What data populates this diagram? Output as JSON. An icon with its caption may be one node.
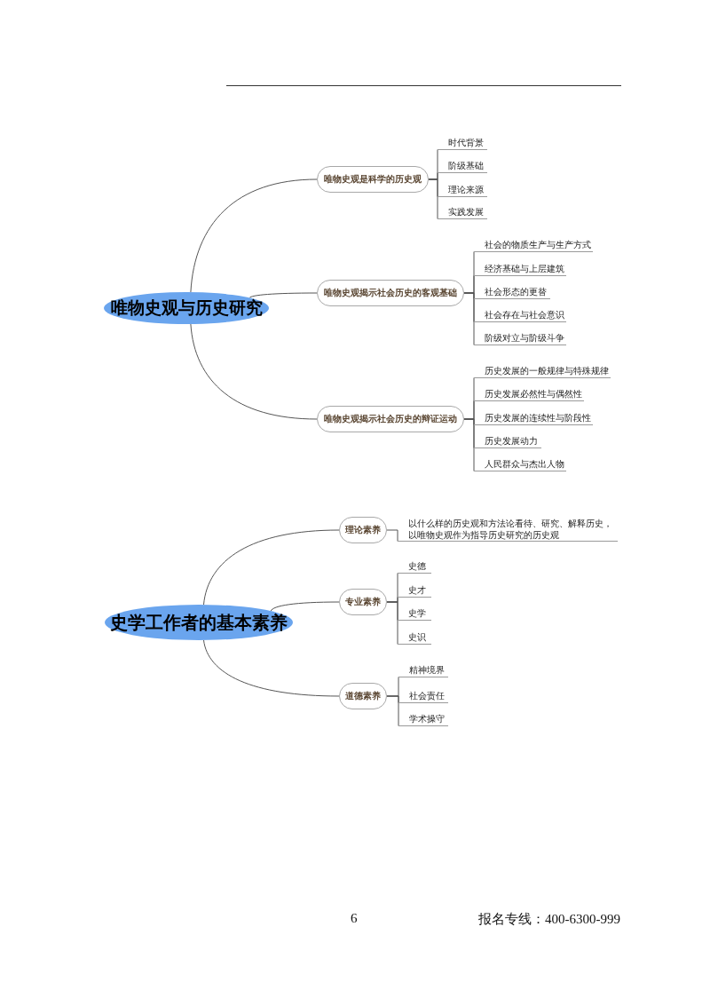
{
  "diagram": {
    "nodes": [
      {
        "text": [
          "唯物史观与历史研究"
        ]
      },
      {
        "text": [
          "唯物史观是科学的历史观"
        ]
      },
      {
        "text": [
          "时代背景"
        ]
      },
      {
        "text": [
          "阶级基础"
        ]
      },
      {
        "text": [
          "理论来源"
        ]
      },
      {
        "text": [
          "实践发展"
        ]
      },
      {
        "text": [
          "唯物史观揭示社会历史的客观基础"
        ]
      },
      {
        "text": [
          "社会的物质生产与生产方式"
        ]
      },
      {
        "text": [
          "经济基础与上层建筑"
        ]
      },
      {
        "text": [
          "社会形态的更替"
        ]
      },
      {
        "text": [
          "社会存在与社会意识"
        ]
      },
      {
        "text": [
          "阶级对立与阶级斗争"
        ]
      },
      {
        "text": [
          "唯物史观揭示社会历史的辩证运动"
        ]
      },
      {
        "text": [
          "历史发展的一般规律与特殊规律"
        ]
      },
      {
        "text": [
          "历史发展必然性与偶然性"
        ]
      },
      {
        "text": [
          "历史发展的连续性与阶段性"
        ]
      },
      {
        "text": [
          "历史发展动力"
        ]
      },
      {
        "text": [
          "人民群众与杰出人物"
        ]
      },
      {
        "text": [
          "史学工作者的基本素养"
        ]
      },
      {
        "text": [
          "理论素养"
        ]
      },
      {
        "text": [
          "以什么样的历史观和方法论看待、研究、解释历史，以唯物史观作为指导历史研究的历史观"
        ]
      },
      {
        "text": [
          "专业素养"
        ]
      },
      {
        "text": [
          "史德"
        ]
      },
      {
        "text": [
          "史才"
        ]
      },
      {
        "text": [
          "史学"
        ]
      },
      {
        "text": [
          "史识"
        ]
      },
      {
        "text": [
          "道德素养"
        ]
      },
      {
        "text": [
          "精神境界"
        ]
      },
      {
        "text": [
          "社会责任"
        ]
      },
      {
        "text": [
          "学术操守"
        ]
      }
    ],
    "edges": [
      {
        "from": 0,
        "to": 1,
        "arrow": "none"
      },
      {
        "from": 1,
        "to": 2,
        "arrow": "none"
      },
      {
        "from": 1,
        "to": 3,
        "arrow": "none"
      },
      {
        "from": 1,
        "to": 4,
        "arrow": "none"
      },
      {
        "from": 1,
        "to": 5,
        "arrow": "none"
      },
      {
        "from": 0,
        "to": 6,
        "arrow": "none"
      },
      {
        "from": 6,
        "to": 7,
        "arrow": "none"
      },
      {
        "from": 6,
        "to": 8,
        "arrow": "none"
      },
      {
        "from": 6,
        "to": 9,
        "arrow": "none"
      },
      {
        "from": 6,
        "to": 10,
        "arrow": "none"
      },
      {
        "from": 6,
        "to": 11,
        "arrow": "none"
      },
      {
        "from": 0,
        "to": 12,
        "arrow": "none"
      },
      {
        "from": 12,
        "to": 13,
        "arrow": "none"
      },
      {
        "from": 12,
        "to": 14,
        "arrow": "none"
      },
      {
        "from": 12,
        "to": 15,
        "arrow": "none"
      },
      {
        "from": 12,
        "to": 16,
        "arrow": "none"
      },
      {
        "from": 12,
        "to": 17,
        "arrow": "none"
      },
      {
        "from": 18,
        "to": 19,
        "arrow": "none"
      },
      {
        "from": 19,
        "to": 20,
        "arrow": "none"
      },
      {
        "from": 18,
        "to": 21,
        "arrow": "none"
      },
      {
        "from": 21,
        "to": 22,
        "arrow": "none"
      },
      {
        "from": 21,
        "to": 23,
        "arrow": "none"
      },
      {
        "from": 21,
        "to": 24,
        "arrow": "none"
      },
      {
        "from": 21,
        "to": 25,
        "arrow": "none"
      },
      {
        "from": 18,
        "to": 26,
        "arrow": "none"
      },
      {
        "from": 26,
        "to": 27,
        "arrow": "none"
      },
      {
        "from": 26,
        "to": 28,
        "arrow": "none"
      },
      {
        "from": 26,
        "to": 29,
        "arrow": "none"
      }
    ],
    "labels": [
      "6",
      "报名专线：400-6300-999"
    ]
  }
}
